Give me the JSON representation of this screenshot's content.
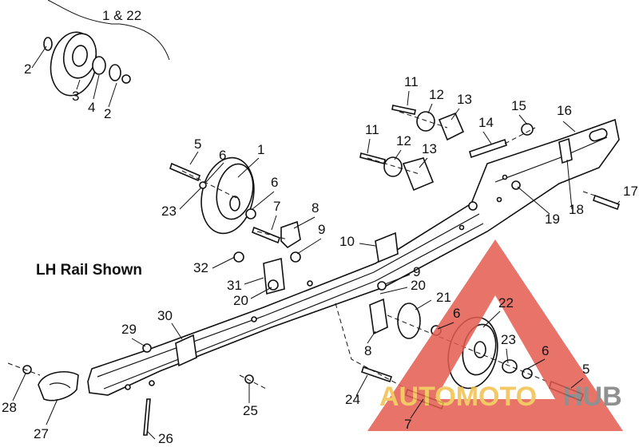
{
  "diagram": {
    "title": "LH Rail Shown",
    "group_label": "1 & 22",
    "callouts": [
      "2",
      "3",
      "4",
      "2",
      "11",
      "12",
      "13",
      "15",
      "16",
      "14",
      "11",
      "12",
      "13",
      "5",
      "6",
      "1",
      "6",
      "23",
      "7",
      "8",
      "9",
      "17",
      "18",
      "19",
      "10",
      "32",
      "31",
      "20",
      "9",
      "20",
      "21",
      "6",
      "22",
      "30",
      "29",
      "8",
      "23",
      "6",
      "5",
      "28",
      "27",
      "26",
      "24",
      "7",
      "25"
    ]
  },
  "watermark": {
    "text_a": "AUTOMOTO",
    "text_b": "HUB",
    "colors": {
      "triangle": "#e35b4f",
      "text_a": "#f0c04a",
      "text_b": "#7d7d7d"
    }
  }
}
